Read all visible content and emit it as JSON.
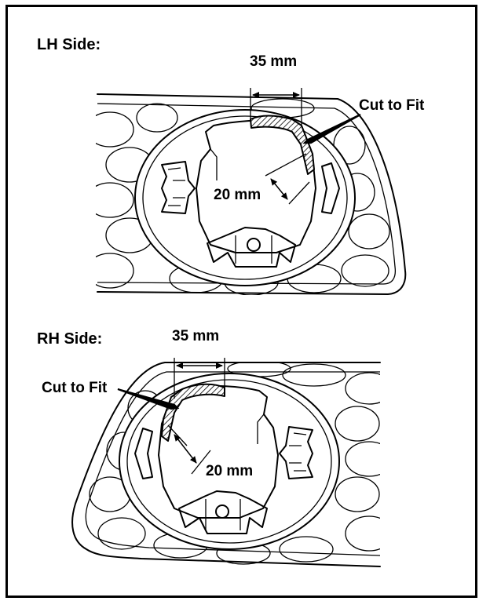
{
  "lh": {
    "title": "LH Side:",
    "width_label": "35 mm",
    "depth_label": "20 mm",
    "cut_label": "Cut to Fit"
  },
  "rh": {
    "title": "RH Side:",
    "width_label": "35 mm",
    "depth_label": "20 mm",
    "cut_label": "Cut to Fit"
  }
}
